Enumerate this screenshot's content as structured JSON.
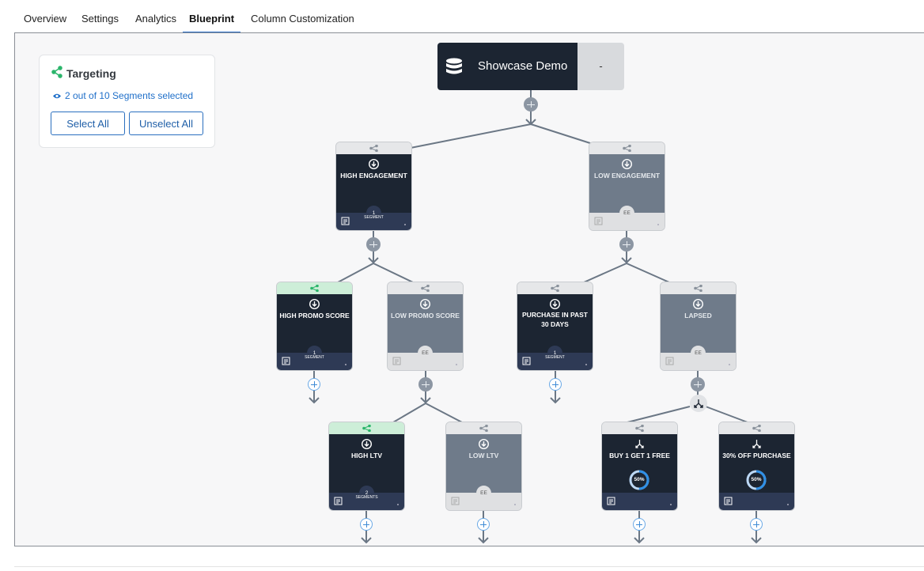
{
  "tabs": [
    {
      "label": "Overview",
      "active": false
    },
    {
      "label": "Settings",
      "active": false
    },
    {
      "label": "Analytics",
      "active": false
    },
    {
      "label": "Blueprint",
      "active": true
    },
    {
      "label": "Column Customization",
      "active": false
    }
  ],
  "targeting": {
    "title": "Targeting",
    "selection_text": "2 out of 10 Segments selected",
    "select_all": "Select All",
    "unselect_all": "Unselect All"
  },
  "root": {
    "title": "Showcase Demo",
    "side_value": "-"
  },
  "nodes": [
    {
      "id": "high-engagement",
      "label": "HIGH ENGAGEMENT",
      "badge": "1",
      "badge_sub": "SEGMENT",
      "state": "active"
    },
    {
      "id": "low-engagement",
      "label": "LOW ENGAGEMENT",
      "badge": "EE",
      "state": "dim"
    },
    {
      "id": "high-promo-score",
      "label": "HIGH PROMO SCORE",
      "badge": "1",
      "badge_sub": "SEGMENT",
      "state": "selected"
    },
    {
      "id": "low-promo-score",
      "label": "LOW PROMO SCORE",
      "badge": "EE",
      "state": "dim"
    },
    {
      "id": "purchase-past-30",
      "label": "PURCHASE IN PAST 30 DAYS",
      "badge": "1",
      "badge_sub": "SEGMENT",
      "state": "active"
    },
    {
      "id": "lapsed",
      "label": "LAPSED",
      "badge": "EE",
      "state": "dim"
    },
    {
      "id": "high-ltv",
      "label": "HIGH LTV",
      "badge": "2",
      "badge_sub": "SEGMENTS",
      "state": "selected"
    },
    {
      "id": "low-ltv",
      "label": "LOW LTV",
      "badge": "EE",
      "state": "dim"
    },
    {
      "id": "buy-1-get-1",
      "label": "BUY 1 GET 1 FREE",
      "split_percent": "50%",
      "split_fraction": 0.5,
      "state": "active"
    },
    {
      "id": "thirty-off",
      "label": "30% OFF PURCHASE",
      "split_percent": "50%",
      "split_fraction": 0.5,
      "state": "active"
    }
  ],
  "colors": {
    "node_dark": "#1c2532",
    "node_dim": "#6f7b8a",
    "selected_header": "#cdeed8",
    "accent": "#1f6fc9",
    "connector": "#6b7785"
  }
}
